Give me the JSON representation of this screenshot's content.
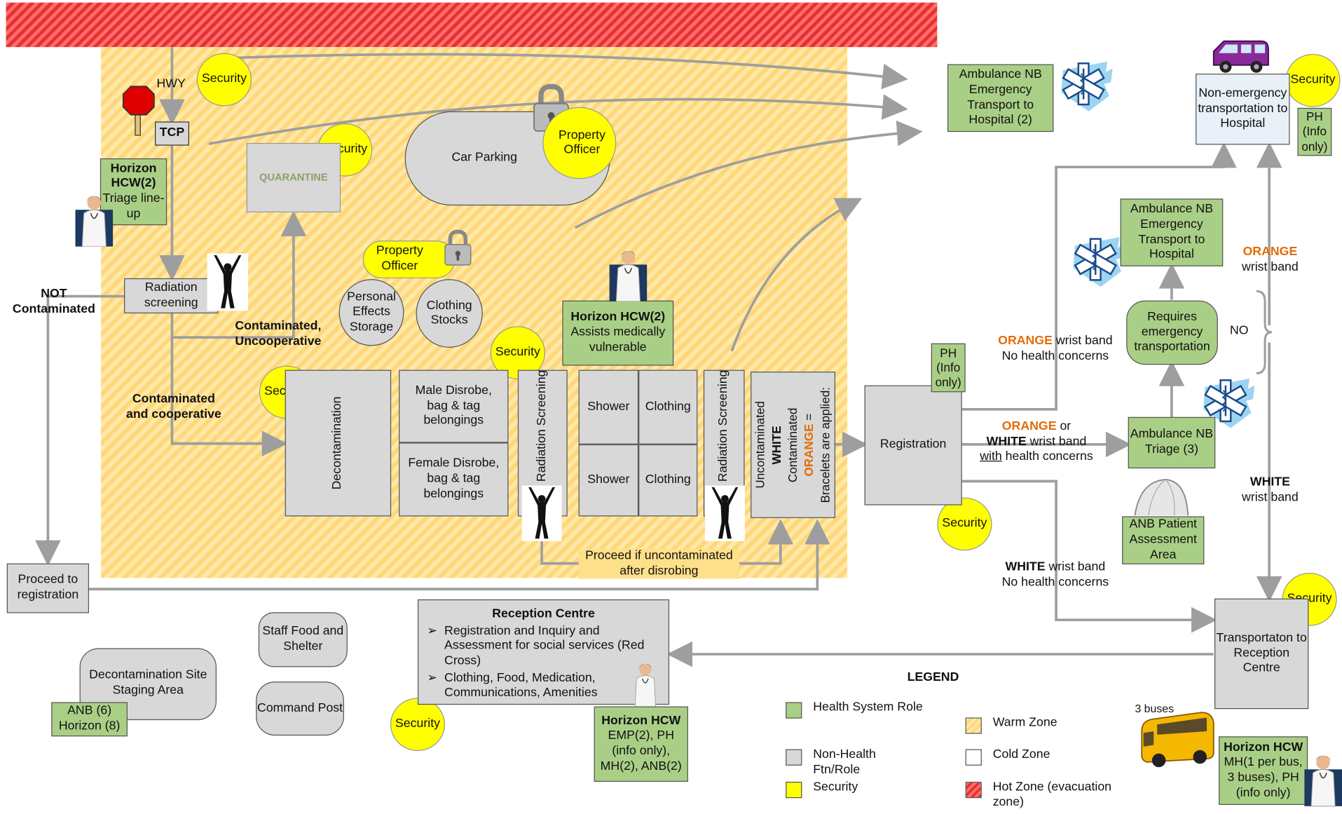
{
  "colors": {
    "health": "#a9cf86",
    "non_health": "#d8d8d8",
    "security": "#ffff00",
    "warm": "#ffd77a",
    "hot": "#e83030",
    "accent_orange": "#e36c0a",
    "line": "#9e9e9e"
  },
  "labels": {
    "hwy": "HWY",
    "tcp": "TCP",
    "security": "Security",
    "quarantine": "QUARANTINE",
    "car_parking": "Car Parking",
    "property_officer": "Property Officer",
    "personal_effects": "Personal Effects Storage",
    "clothing_stocks": "Clothing Stocks",
    "horizon_triage": {
      "title": "Horizon HCW(2)",
      "sub": "Triage line-up"
    },
    "radiation_screening": "Radiation screening",
    "not_contaminated": "NOT Contaminated",
    "contaminated_uncoop": "Contaminated, Uncooperative",
    "contaminated_coop": "Contaminated and cooperative",
    "horizon_assists": {
      "title": "Horizon HCW(2)",
      "sub": "Assists medically vulnerable"
    },
    "decontamination": "Decontamination",
    "male": "Male Disrobe, bag & tag belongings",
    "female": "Female Disrobe, bag & tag belongings",
    "radiation_screening_v": "Radiation Screening",
    "shower": "Shower",
    "clothing": "Clothing",
    "bracelets_line1": "Bracelets are applied:",
    "bracelets_orange": "ORANGE",
    "bracelets_eq": " =",
    "bracelets_contaminated": "Contaminated",
    "bracelets_white": "WHITE",
    "bracelets_uncontaminated": "Uncontaminated",
    "proceed_uncontam": "Proceed if uncontaminated after disrobing",
    "proceed_registration": "Proceed to registration",
    "ph_info": "PH (Info only)",
    "registration": "Registration",
    "ambulance_nb_2": "Ambulance NB Emergency Transport to Hospital (2)",
    "non_emergency": "Non-emergency transportation to Hospital",
    "ambulance_nb": "Ambulance NB Emergency Transport to Hospital",
    "requires_emergency": "Requires emergency transportation",
    "no": "NO",
    "orange_wristband_right": {
      "orange": "ORANGE",
      "rest": "wrist band"
    },
    "orange_no_concerns": {
      "orange": "ORANGE",
      "rest": " wrist band",
      "line2": "No health concerns"
    },
    "orange_white_concerns": {
      "orange": "ORANGE",
      "or": " or",
      "white": "WHITE",
      "rest": " wrist band",
      "with": "with",
      "tail": " health concerns"
    },
    "white_no_concerns": {
      "white": "WHITE",
      "rest": " wrist band",
      "line2": "No health concerns"
    },
    "white_wristband_right": {
      "white": "WHITE",
      "rest": "wrist band"
    },
    "ambulance_triage": "Ambulance NB Triage (3)",
    "anb_patient": "ANB Patient Assessment Area",
    "transportation_reception": "Transportaton to Reception Centre",
    "buses": "3 buses",
    "horizon_bus": {
      "title": "Horizon HCW",
      "sub": "MH(1 per bus, 3 buses), PH (info only)"
    },
    "staff_food": "Staff Food and Shelter",
    "command_post": "Command Post",
    "decon_staging": "Decontamination Site Staging Area",
    "anb_horizon": "ANB (6) Horizon (8)",
    "reception_title": "Reception Centre",
    "reception_item1": "Registration and Inquiry and Assessment for social services (Red Cross)",
    "reception_item2": "Clothing, Food, Medication, Communications, Amenities",
    "horizon_reception": {
      "title": "Horizon HCW",
      "sub": "EMP(2), PH (info only), MH(2), ANB(2)"
    }
  },
  "legend": {
    "title": "LEGEND",
    "items": [
      {
        "label": "Health System Role",
        "color": "#a9cf86"
      },
      {
        "label": "Non-Health Ftn/Role",
        "color": "#d8d8d8"
      },
      {
        "label": "Security",
        "color": "#ffff00"
      },
      {
        "label": "Warm Zone",
        "color": "#ffd77a"
      },
      {
        "label": "Cold Zone",
        "color": "#ffffff"
      },
      {
        "label": "Hot Zone (evacuation zone)",
        "color": "#e83030"
      }
    ]
  },
  "icons": [
    "stop-sign-icon",
    "padlock-icon",
    "doctor-icon",
    "person-silhouette-icon",
    "star-of-life-icon",
    "van-icon",
    "bus-icon",
    "tent-icon"
  ]
}
